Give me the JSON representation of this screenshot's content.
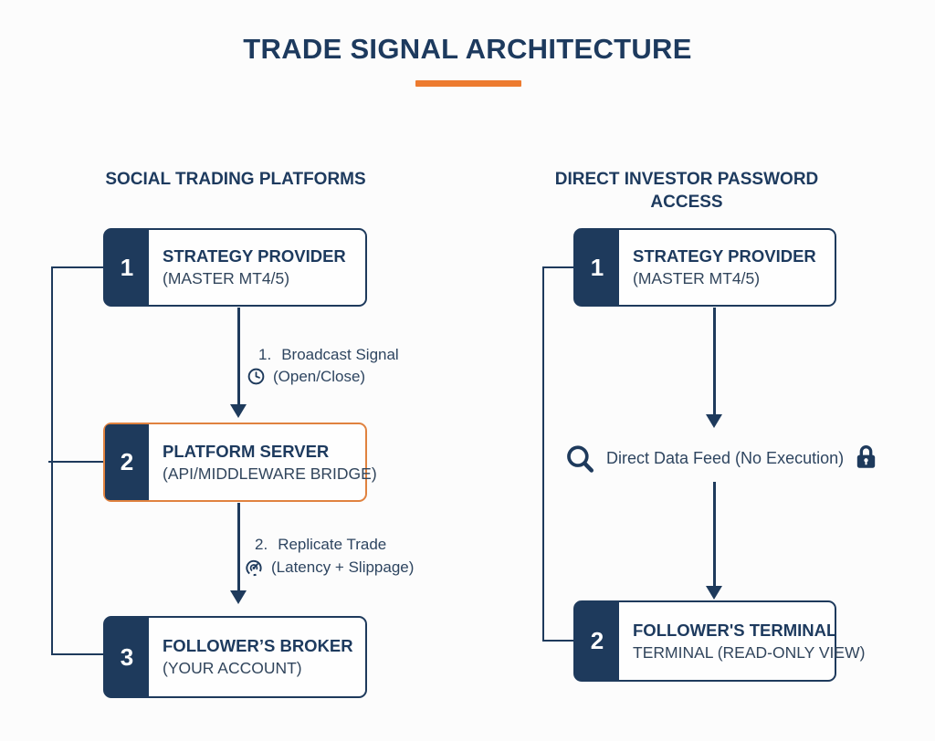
{
  "title": "TRADE SIGNAL ARCHITECTURE",
  "colors": {
    "navy": "#1e3a5c",
    "orange_accent": "#ed7b2f",
    "orange_border": "#e0823f"
  },
  "left": {
    "header": "SOCIAL TRADING PLATFORMS",
    "boxes": [
      {
        "number": "1",
        "title": "STRATEGY PROVIDER",
        "subtitle": "(MASTER MT4/5)"
      },
      {
        "number": "2",
        "title": "PLATFORM SERVER",
        "subtitle": "(API/MIDDLEWARE BRIDGE)"
      },
      {
        "number": "3",
        "title": "FOLLOWER’S BROKER",
        "subtitle": "(YOUR ACCOUNT)"
      }
    ],
    "arrow_labels": [
      {
        "step": "1.",
        "text": "Broadcast Signal",
        "detail": "(Open/Close)",
        "icon": "clock-icon"
      },
      {
        "step": "2.",
        "text": "Replicate Trade",
        "detail": "(Latency + Slippage)",
        "icon": "timer-icon"
      }
    ]
  },
  "right": {
    "header_line1": "DIRECT INVESTOR PASSWORD",
    "header_line2": "ACCESS",
    "boxes": [
      {
        "number": "1",
        "title": "STRATEGY PROVIDER",
        "subtitle": "(MASTER MT4/5)"
      },
      {
        "number": "2",
        "title": "FOLLOWER'S TERMINAL",
        "subtitle": "TERMINAL (READ-ONLY VIEW)"
      }
    ],
    "feed_label": "Direct Data Feed (No Execution)",
    "feed_icons": {
      "left": "search-icon",
      "right": "lock-icon"
    }
  }
}
